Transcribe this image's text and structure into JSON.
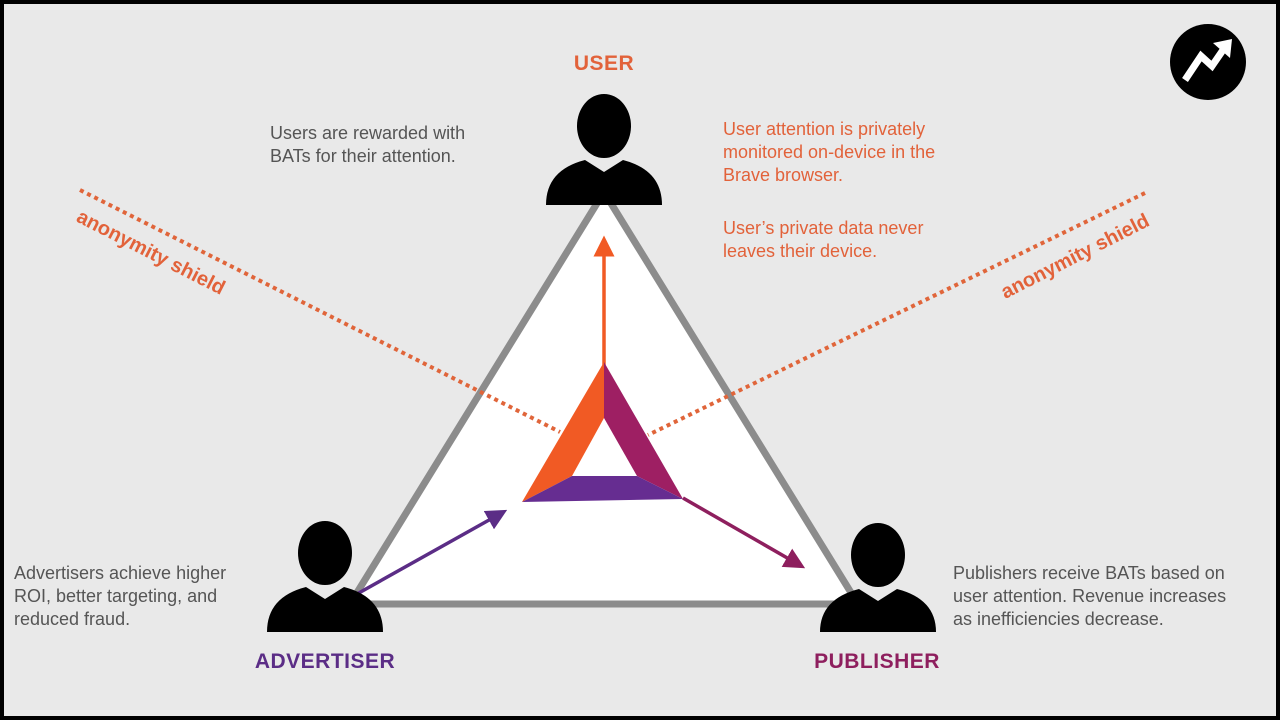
{
  "colors": {
    "orange": "#f15a24",
    "purple": "#662d91",
    "magenta": "#9e1f63",
    "gray": "#8c8c8c",
    "dotted": "#e0653a"
  },
  "logo_icon": "trending-up-arrow-icon",
  "roles": {
    "user": "USER",
    "advertiser": "ADVERTISER",
    "publisher": "PUBLISHER"
  },
  "notes": {
    "user_reward": [
      "Users are rewarded with",
      "BATs for their attention."
    ],
    "user_attention": [
      "User attention is privately",
      "monitored on-device in the",
      "Brave browser."
    ],
    "user_privacy": [
      "User’s private data never",
      "leaves their device."
    ],
    "advertiser": [
      "Advertisers achieve higher",
      "ROI, better targeting, and",
      "reduced fraud."
    ],
    "publisher": [
      "Publishers receive BATs based on",
      "user attention. Revenue increases",
      "as inefficiencies decrease."
    ]
  },
  "shield_left": "anonymity shield",
  "shield_right": "anonymity shield"
}
